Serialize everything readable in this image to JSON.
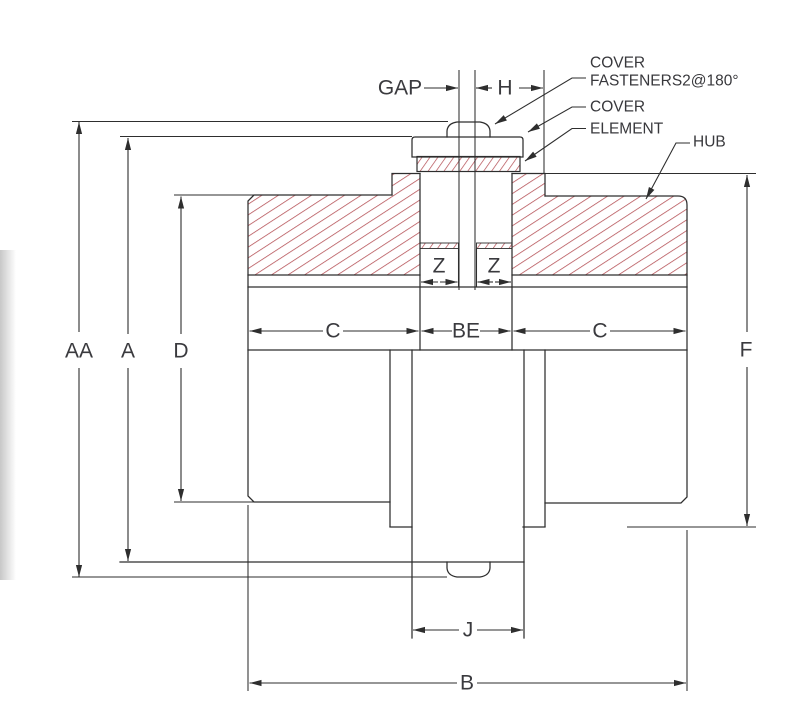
{
  "drawing": {
    "title_note": "coupling cross-section drawing",
    "callouts": {
      "fastener_line1": "COVER",
      "fastener_line2": "FASTENERS2@180°",
      "cover": "COVER",
      "element": "ELEMENT",
      "hub": "HUB"
    },
    "dimensions": {
      "gap": "GAP",
      "h": "H",
      "aa": "AA",
      "a": "A",
      "d": "D",
      "c_left": "C",
      "be": "BE",
      "c_right": "C",
      "f": "F",
      "z_left": "Z",
      "z_right": "Z",
      "j": "J",
      "b": "B"
    },
    "colors": {
      "hatch": "#b2494f",
      "line": "#2e2e2e",
      "text": "#3a3a3e",
      "background": "#ffffff"
    }
  }
}
